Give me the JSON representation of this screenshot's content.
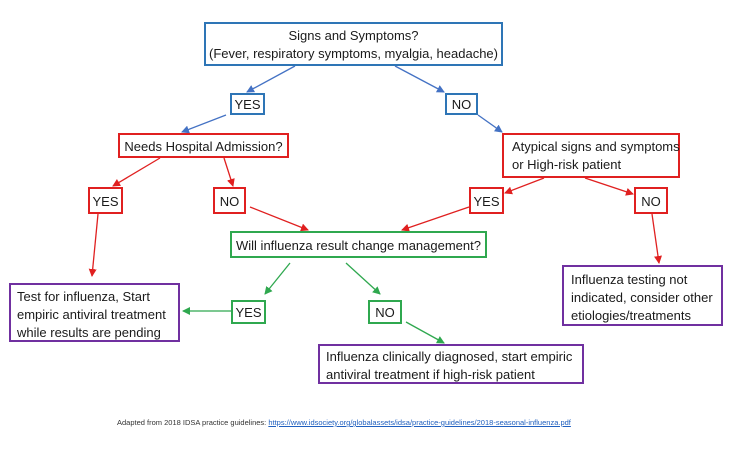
{
  "nodes": {
    "signs": {
      "line1": "Signs and Symptoms?",
      "line2": "(Fever, respiratory symptoms, myalgia, headache)"
    },
    "yes_top": "YES",
    "no_top": "NO",
    "hospital": "Needs Hospital Admission?",
    "atypical": {
      "line1": "Atypical signs and symptoms",
      "line2": "or High-risk patient"
    },
    "yes_hosp": "YES",
    "no_hosp": "NO",
    "yes_atyp": "YES",
    "no_atyp": "NO",
    "will": "Will influenza result change management?",
    "yes_will": "YES",
    "no_will": "NO",
    "test": {
      "line1": "Test for influenza, Start",
      "line2": "empiric antiviral treatment",
      "line3": "while results are pending"
    },
    "not_indicated": {
      "line1": "Influenza testing not",
      "line2": "indicated, consider other",
      "line3": "etiologies/treatments"
    },
    "clinical": {
      "line1": "Influenza clinically diagnosed, start empiric",
      "line2": "antiviral treatment if high-risk patient"
    }
  },
  "footer": {
    "text": "Adapted from 2018 IDSA practice guidelines: ",
    "link": "https://www.idsociety.org/globalassets/idsa/practice-guidelines/2018-seasonal-influenza.pdf"
  },
  "colors": {
    "blue": "#2e75b6",
    "red": "#e02020",
    "green": "#2fa84f",
    "purple": "#7030a0"
  }
}
